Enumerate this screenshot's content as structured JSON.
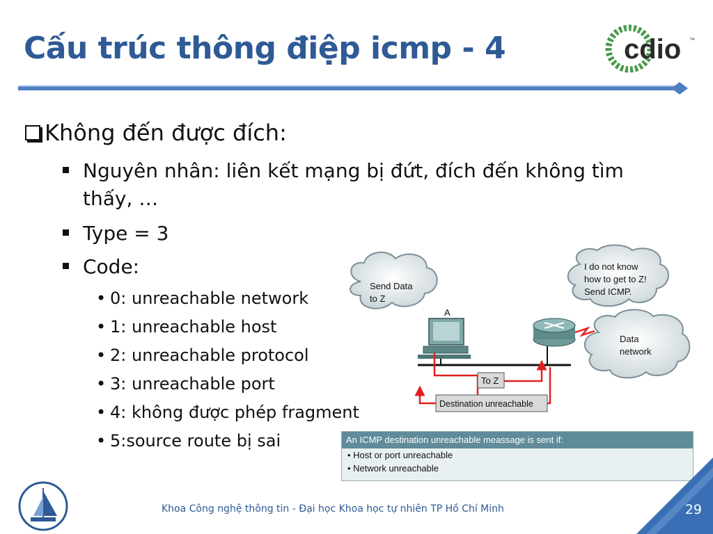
{
  "slide": {
    "title": "Cấu trúc thông điệp icmp - 4",
    "logo_text": "cdio",
    "logo_tm": "™"
  },
  "content": {
    "level1": "Không đến được đích:",
    "level2": [
      {
        "line1": "Nguyên nhân: liên kết mạng bị đứt, đích đến không tìm",
        "line2": "thấy, …"
      },
      {
        "line1": "Type = 3"
      },
      {
        "line1": "Code:"
      }
    ],
    "codes": [
      "0: unreachable network",
      "1: unreachable host",
      "2: unreachable protocol",
      "3: unreachable port",
      "4: không được phép fragment",
      "5:source route bị sai"
    ]
  },
  "diagram": {
    "cloud_left": [
      "Send Data",
      "to Z"
    ],
    "cloud_right_top": [
      "I do not know",
      "how to get to Z!",
      "Send ICMP."
    ],
    "cloud_right": [
      "Data",
      "network"
    ],
    "host_label": "A",
    "to_z_label": "To Z",
    "dest_unreach_label": "Destination unreachable",
    "info_header": "An ICMP destination unreachable meassage is sent if:",
    "info_items": [
      "• Host or port unreachable",
      "• Network unreachable"
    ]
  },
  "footer": {
    "text": "Khoa Công nghệ thông tin - Đại học Khoa học tự nhiên TP Hồ Chí Minh",
    "page": "29"
  },
  "colors": {
    "title": "#2e5a95",
    "rule": "#4f7ec0",
    "arrow": "#e02020",
    "corner": "#3a6fb5"
  }
}
